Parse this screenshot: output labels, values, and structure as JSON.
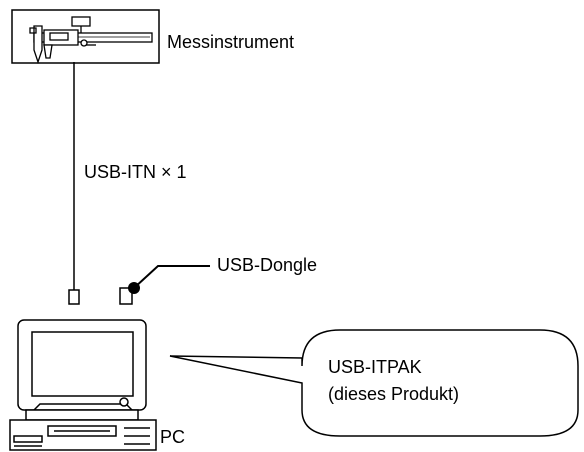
{
  "labels": {
    "instrument": "Messinstrument",
    "cable": "USB-ITN × 1",
    "dongle": "USB-Dongle",
    "product_line1": "USB-ITPAK",
    "product_line2": "(dieses Produkt)",
    "pc": "PC"
  },
  "icons": {
    "instrument": "caliper-icon",
    "computer": "desktop-pc-icon",
    "plug": "usb-plug-icon",
    "dongle": "usb-dongle-icon"
  },
  "colors": {
    "line": "#000000",
    "background": "#ffffff"
  }
}
